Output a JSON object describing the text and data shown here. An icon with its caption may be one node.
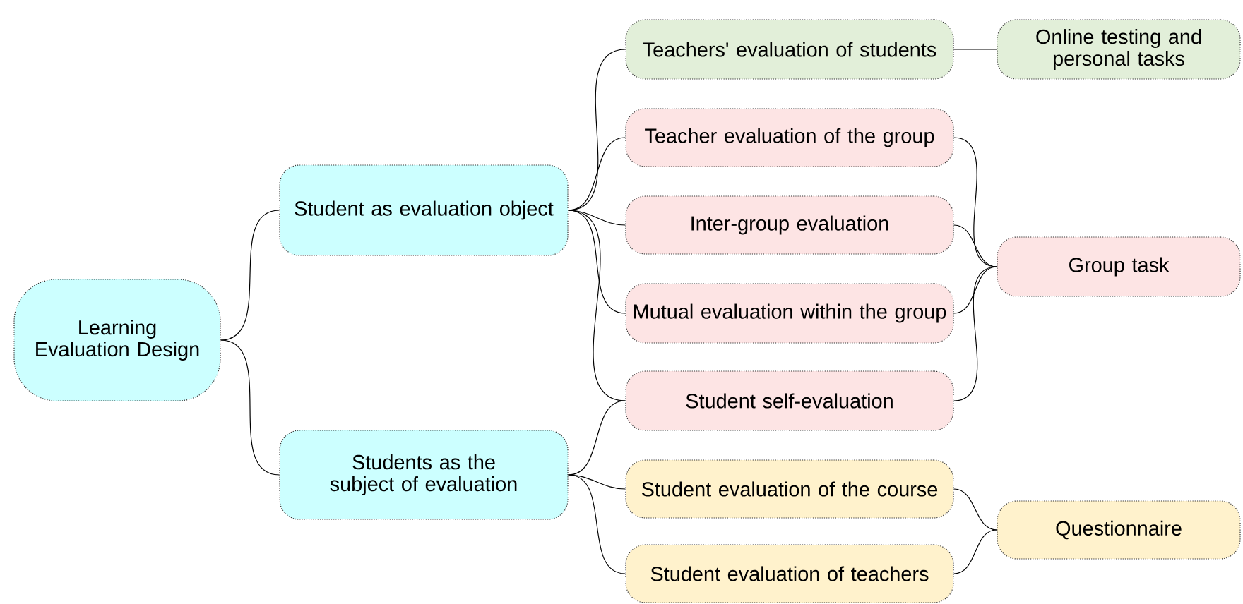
{
  "diagram": {
    "nodes": [
      {
        "text": [
          "Learning Evaluation Design"
        ]
      },
      {
        "text": [
          "Student as evaluation object"
        ]
      },
      {
        "text": [
          "Students as the subject of evaluation"
        ]
      },
      {
        "text": [
          "Teachers' evaluation of students"
        ]
      },
      {
        "text": [
          "Online testing and personal tasks"
        ]
      },
      {
        "text": [
          "Teacher evaluation of the group"
        ]
      },
      {
        "text": [
          "Inter-group evaluation"
        ]
      },
      {
        "text": [
          "Mutual evaluation within the group"
        ]
      },
      {
        "text": [
          "Student self-evaluation"
        ]
      },
      {
        "text": [
          "Group task"
        ]
      },
      {
        "text": [
          "Student evaluation of the course"
        ]
      },
      {
        "text": [
          "Student evaluation of teachers"
        ]
      },
      {
        "text": [
          "Questionnaire"
        ]
      }
    ],
    "edges": [
      {
        "from": 0,
        "to": 1,
        "arrow": "none"
      },
      {
        "from": 0,
        "to": 2,
        "arrow": "none"
      },
      {
        "from": 1,
        "to": 3,
        "arrow": "none"
      },
      {
        "from": 1,
        "to": 5,
        "arrow": "none"
      },
      {
        "from": 1,
        "to": 6,
        "arrow": "none"
      },
      {
        "from": 1,
        "to": 7,
        "arrow": "none"
      },
      {
        "from": 1,
        "to": 8,
        "arrow": "none"
      },
      {
        "from": 2,
        "to": 8,
        "arrow": "none"
      },
      {
        "from": 2,
        "to": 10,
        "arrow": "none"
      },
      {
        "from": 2,
        "to": 11,
        "arrow": "none"
      },
      {
        "from": 3,
        "to": 4,
        "arrow": "none"
      },
      {
        "from": 5,
        "to": 9,
        "arrow": "none"
      },
      {
        "from": 6,
        "to": 9,
        "arrow": "none"
      },
      {
        "from": 7,
        "to": 9,
        "arrow": "none"
      },
      {
        "from": 8,
        "to": 9,
        "arrow": "none"
      },
      {
        "from": 10,
        "to": 12,
        "arrow": "none"
      },
      {
        "from": 11,
        "to": 12,
        "arrow": "none"
      }
    ]
  }
}
